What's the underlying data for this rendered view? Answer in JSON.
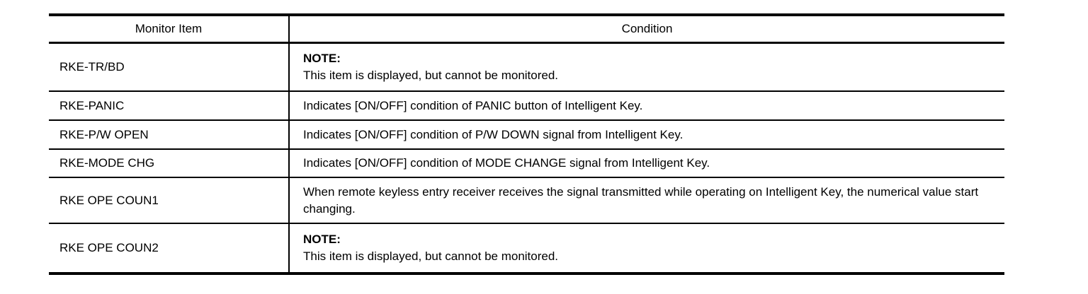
{
  "table": {
    "headers": {
      "monitor_item": "Monitor Item",
      "condition": "Condition"
    },
    "rows": [
      {
        "item": "RKE-TR/BD",
        "note": "NOTE:",
        "condition": "This item is displayed, but cannot be monitored."
      },
      {
        "item": "RKE-PANIC",
        "condition": "Indicates [ON/OFF] condition of PANIC button of Intelligent Key."
      },
      {
        "item": "RKE-P/W OPEN",
        "condition": "Indicates [ON/OFF] condition of P/W DOWN signal from Intelligent Key."
      },
      {
        "item": "RKE-MODE CHG",
        "condition": "Indicates [ON/OFF] condition of MODE CHANGE signal from Intelligent Key."
      },
      {
        "item": "RKE OPE COUN1",
        "condition": "When remote keyless entry receiver receives the signal transmitted while operating on Intelligent Key, the numerical value start changing."
      },
      {
        "item": "RKE OPE COUN2",
        "note": "NOTE:",
        "condition": "This item is displayed, but cannot be monitored."
      }
    ],
    "colors": {
      "border": "#000000",
      "text": "#000000",
      "background": "#ffffff"
    }
  }
}
